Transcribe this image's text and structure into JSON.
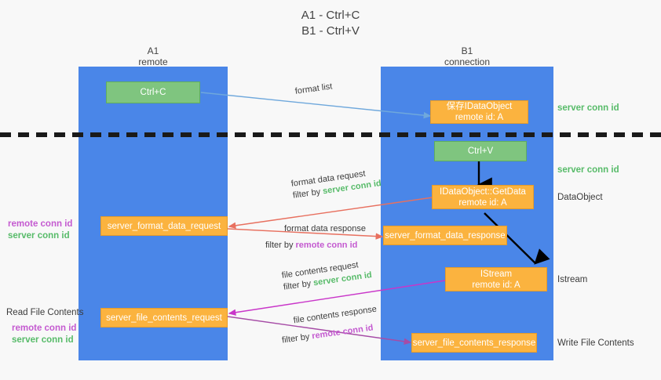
{
  "title": {
    "line1": "A1 - Ctrl+C",
    "line2": "B1 - Ctrl+V"
  },
  "columns": [
    {
      "name": "A1",
      "sub": "remote"
    },
    {
      "name": "B1",
      "sub": "connection"
    }
  ],
  "nodes": {
    "ctrl_c": {
      "label": "Ctrl+C"
    },
    "ctrl_v": {
      "label": "Ctrl+V"
    },
    "save_dataobject": {
      "line1": "保存IDataObject",
      "line2": "remote id: A"
    },
    "getdata": {
      "line1": "IDataObject::GetData",
      "line2": "remote id: A"
    },
    "istream": {
      "line1": "IStream",
      "line2": "remote id: A"
    },
    "format_data_request": {
      "label": "server_format_data_request"
    },
    "format_data_response": {
      "label": "server_format_data_response"
    },
    "file_contents_request": {
      "label": "server_file_contents_request"
    },
    "file_contents_response": {
      "label": "server_file_contents_response"
    }
  },
  "edges": {
    "format_list": {
      "label": "format list"
    },
    "format_data_request": {
      "line1": "format data request",
      "filter_prefix": "filter by ",
      "filter_value": "server conn id"
    },
    "format_data_response": {
      "line1": "format data response",
      "filter_prefix": "filter by ",
      "filter_value": "remote conn id"
    },
    "file_contents_request": {
      "line1": "file contents request",
      "filter_prefix": "filter by ",
      "filter_value": "server conn id"
    },
    "file_contents_response": {
      "line1": "file contents response",
      "filter_prefix": "filter by ",
      "filter_value": "remote conn id"
    }
  },
  "right_labels": {
    "server_conn_id_top": "server conn id",
    "server_conn_id_mid": "server conn id",
    "dataobject": "DataObject",
    "istream": "Istream",
    "write_file_contents": "Write File Contents"
  },
  "left_labels": {
    "remote_conn_id_1": "remote conn id",
    "server_conn_id_1": "server conn id",
    "read_file_contents": "Read File Contents",
    "remote_conn_id_2": "remote conn id",
    "server_conn_id_2": "server conn id"
  },
  "colors": {
    "lane": "#4a86e8",
    "green_node": "#7fc57f",
    "orange_node": "#fbb33f",
    "green_text": "#57bb69",
    "purple_text": "#c45ad0",
    "red_arrow": "#e8705f",
    "blue_arrow": "#6fa8dc",
    "magenta_arrow": "#c936c9",
    "purple_arrow": "#a64ca6",
    "black_arrow": "#000000",
    "divider": "#1a1a1a"
  }
}
